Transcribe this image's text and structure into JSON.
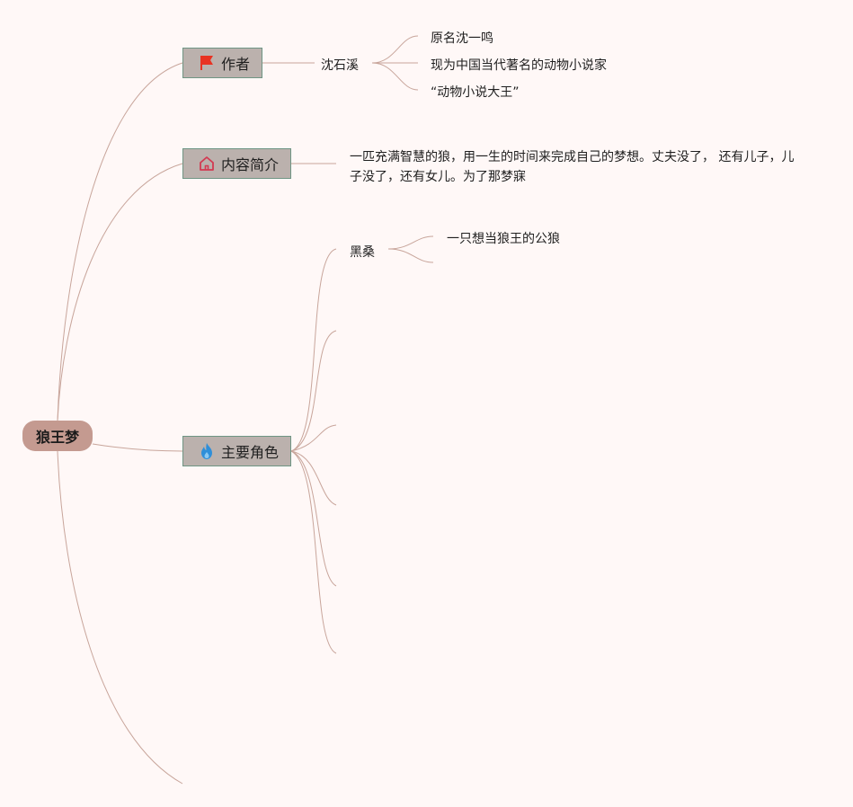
{
  "root": {
    "label": "狼王梦"
  },
  "topics": {
    "author": {
      "label": "作者",
      "icon": "red-flag-icon"
    },
    "summary": {
      "label": "内容简介",
      "icon": "house-icon"
    },
    "characters": {
      "label": "主要角色",
      "icon": "flame-icon"
    }
  },
  "author_branch": {
    "name": "沈石溪",
    "details": [
      "原名沈一鸣",
      "现为中国当代著名的动物小说家",
      "“动物小说大王”"
    ]
  },
  "summary_text": "一匹充满智慧的狼，用一生的时间来完成自己的梦想。丈夫没了， 还有儿子，儿子没了，还有女儿。为了那梦寐",
  "characters_branch": {
    "first": {
      "name": "黑桑",
      "detail": "一只想当狼王的公狼"
    }
  },
  "colors": {
    "background": "#fff8f7",
    "root_fill": "#c49a90",
    "topic_fill": "#bbb1ad",
    "topic_border": "#6f9584",
    "connector": "#c8a59b",
    "flag": "#e83222",
    "house": "#d23a52",
    "flame": "#2f8fd9"
  }
}
